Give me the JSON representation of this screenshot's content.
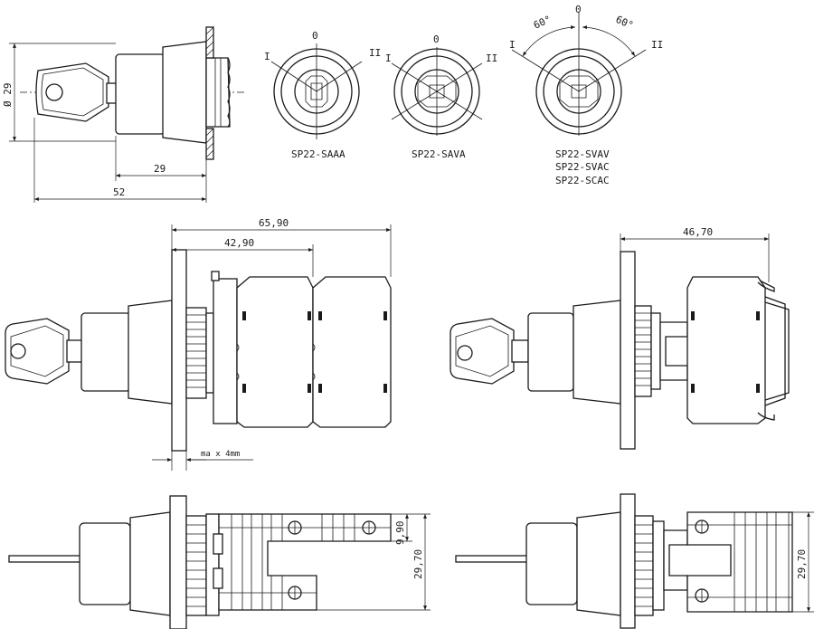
{
  "top_view": {
    "dim_diameter": "Ø 29",
    "dim_29": "29",
    "dim_52": "52"
  },
  "dials": [
    {
      "label_lines": [
        "SP22-SAAA"
      ],
      "marks": {
        "center": "0",
        "left": "I",
        "right": "II"
      }
    },
    {
      "label_lines": [
        "SP22-SAVA"
      ],
      "marks": {
        "center": "0",
        "left": "I",
        "right": "II"
      }
    },
    {
      "label_lines": [
        "SP22-SVAV",
        "SP22-SVAC",
        "SP22-SCAC"
      ],
      "marks": {
        "center": "0",
        "left": "I",
        "right": "II",
        "angle_left": "60°",
        "angle_right": "60°"
      }
    }
  ],
  "side_view_left": {
    "dim_total": "65,90",
    "dim_inner": "42,90",
    "dim_panel": "ma x 4mm"
  },
  "side_view_right": {
    "dim_total": "46,70"
  },
  "bottom_view_left": {
    "dim_small": "9,90",
    "dim_height": "29,70"
  },
  "bottom_view_right": {
    "dim_height": "29,70"
  }
}
